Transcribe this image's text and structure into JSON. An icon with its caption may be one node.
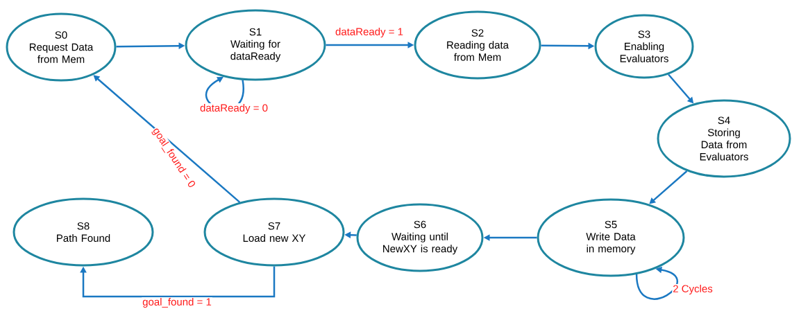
{
  "diagram": {
    "nodes": [
      {
        "text": [
          "S0",
          "Request Data from Mem"
        ]
      },
      {
        "text": [
          "S1",
          "Waiting for dataReady"
        ]
      },
      {
        "text": [
          "S2",
          "Reading data from Mem"
        ]
      },
      {
        "text": [
          "S3",
          "Enabling Evaluators"
        ]
      },
      {
        "text": [
          "S4",
          "Storing Data from Evaluators"
        ]
      },
      {
        "text": [
          "S5",
          "Write Data in memory"
        ]
      },
      {
        "text": [
          "S6",
          "Waiting until NewXY is ready"
        ]
      },
      {
        "text": [
          "S7",
          "Load new XY"
        ]
      },
      {
        "text": [
          "S8",
          "Path Found"
        ]
      }
    ],
    "edges": [
      {
        "from": 0,
        "to": 1,
        "arrow": "to"
      },
      {
        "from": 1,
        "to": 2,
        "arrow": "to",
        "label": "dataReady = 1"
      },
      {
        "from": 1,
        "to": 1,
        "arrow": "to",
        "label": "dataReady = 0"
      },
      {
        "from": 2,
        "to": 3,
        "arrow": "to"
      },
      {
        "from": 3,
        "to": 4,
        "arrow": "to"
      },
      {
        "from": 4,
        "to": 5,
        "arrow": "to"
      },
      {
        "from": 5,
        "to": 5,
        "arrow": "to",
        "label": "2 Cycles"
      },
      {
        "from": 5,
        "to": 6,
        "arrow": "to"
      },
      {
        "from": 6,
        "to": 7,
        "arrow": "to"
      },
      {
        "from": 7,
        "to": 0,
        "arrow": "to",
        "label": "goal_found = 0"
      },
      {
        "from": 7,
        "to": 8,
        "arrow": "to",
        "label": "goal_found = 1"
      }
    ]
  }
}
